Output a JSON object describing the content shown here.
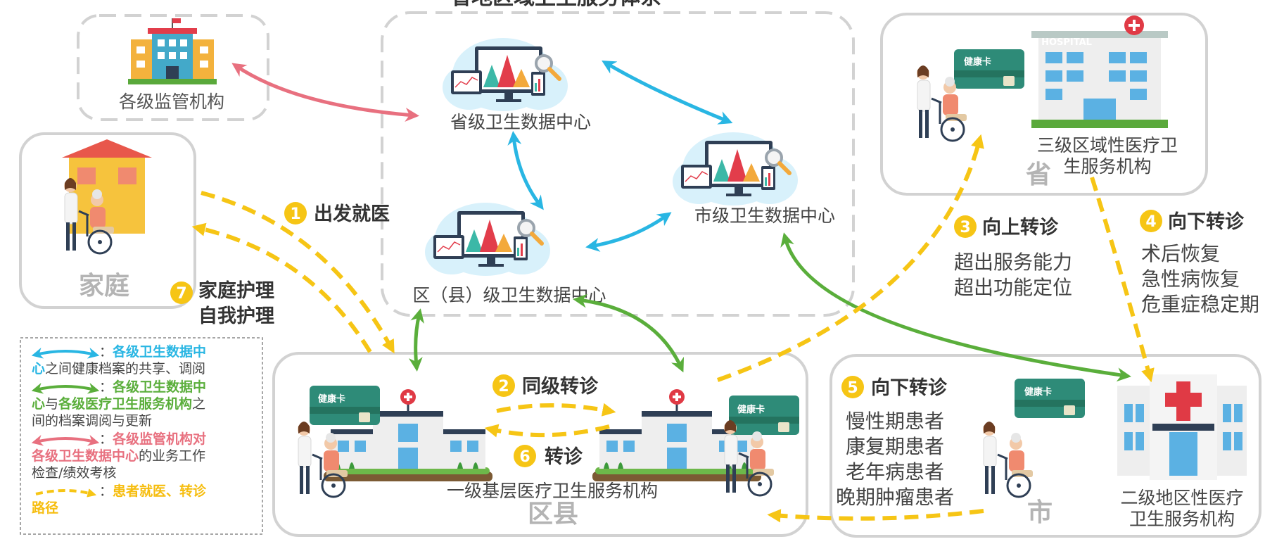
{
  "title": "省地区域卫生服务体系",
  "entities": {
    "regulators": "各级监管机构",
    "province_dc": "省级卫生数据中心",
    "city_dc": "市级卫生数据中心",
    "county_dc": "区（县）级卫生数据中心",
    "family": "家庭",
    "tertiary": "三级区域性医疗卫生服务机构",
    "tertiary_line1": "三级区域性医疗卫",
    "tertiary_line2": "生服务机构",
    "province_tag": "省",
    "primary": "一级基层医疗卫生服务机构",
    "county_tag": "区县",
    "secondary_line1": "二级地区性医疗",
    "secondary_line2": "卫生服务机构",
    "city_tag": "市",
    "hospital_sign": "HOSPITAL",
    "health_card": "健康卡"
  },
  "steps": [
    {
      "num": "1",
      "title": "出发就医"
    },
    {
      "num": "2",
      "title": "同级转诊"
    },
    {
      "num": "3",
      "title": "向上转诊",
      "lines": [
        "超出服务能力",
        "超出功能定位"
      ]
    },
    {
      "num": "4",
      "title": "向下转诊",
      "lines": [
        "术后恢复",
        "急性病恢复",
        "危重症稳定期"
      ]
    },
    {
      "num": "5",
      "title": "向下转诊",
      "lines": [
        "慢性期患者",
        "康复期患者",
        "老年病患者",
        "晚期肿瘤患者"
      ]
    },
    {
      "num": "6",
      "title": "转诊"
    },
    {
      "num": "7",
      "title": "家庭护理",
      "title2": "自我护理"
    }
  ],
  "legend": {
    "blue_a": "各级卫生数据中",
    "blue_b": "心",
    "blue_rest": "之间健康档案的共享、调阅",
    "green_a": "各级卫生数据中",
    "green_b": "心",
    "green_mid": "与",
    "green_c": "各级医疗卫生服务机构",
    "green_rest": "之",
    "green_rest2": "间的档案调阅与更新",
    "pink_a": "各级监管机构对",
    "pink_b": "各级卫生数据中心",
    "pink_rest": "的业务工作",
    "pink_rest2": "检查/绩效考核",
    "yellow_a": "患者就医、转诊",
    "yellow_b": "路径",
    "colon": "："
  },
  "colors": {
    "blue": "#29b6e3",
    "green": "#5aae3b",
    "pink": "#e8707f",
    "yellow": "#f6c515",
    "box_border": "#d2d2d2",
    "tag_grey": "#b4b4b4"
  }
}
